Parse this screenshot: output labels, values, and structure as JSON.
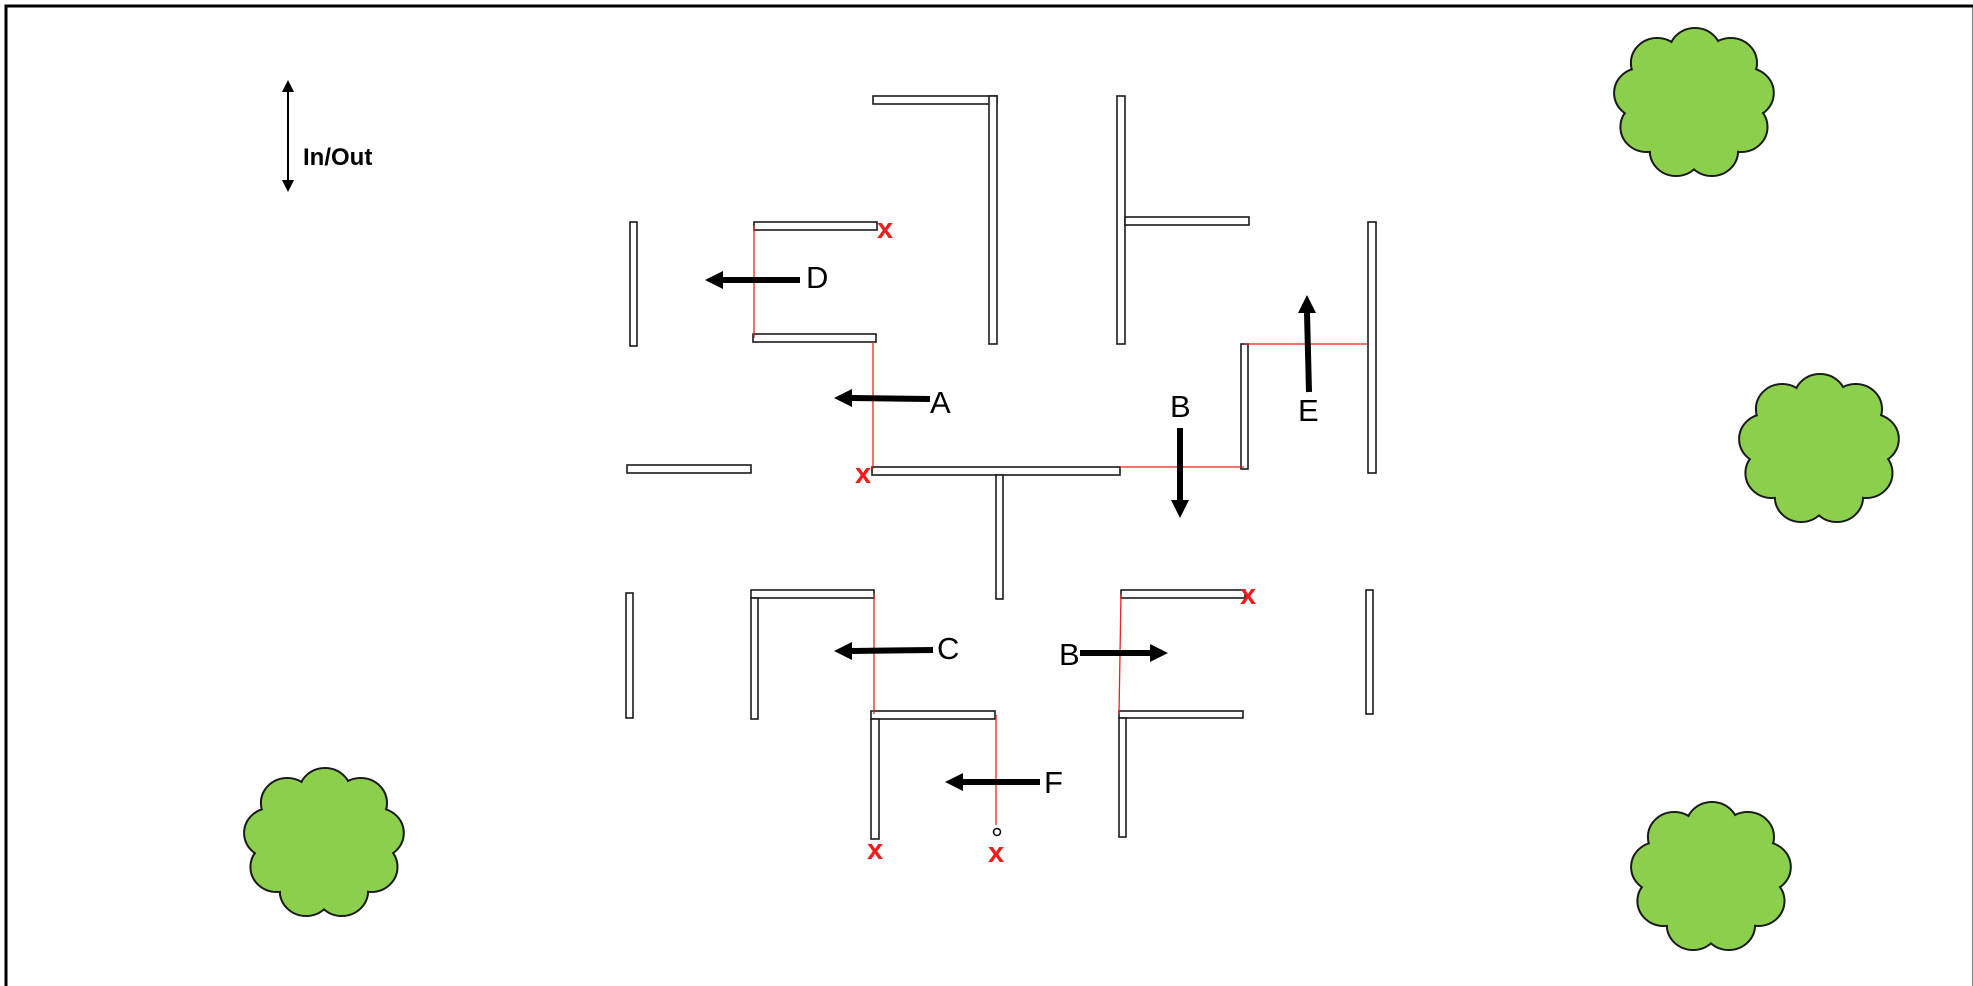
{
  "legend": {
    "label": "In/Out"
  },
  "arrows": {
    "a": "A",
    "b_down": "B",
    "b_right": "B",
    "c": "C",
    "d": "D",
    "e": "E",
    "f": "F"
  },
  "x_marker": "x",
  "colors": {
    "frame": "#000000",
    "wall_fill": "#ffffff",
    "wall_stroke": "#1a1a1a",
    "tape": "#e8231c",
    "x_marker": "#f21c1c",
    "tree": "#8ccf4d"
  },
  "icons": [
    "double-arrow-icon",
    "arrow-left-icon",
    "arrow-down-icon",
    "arrow-up-icon",
    "arrow-right-icon",
    "tree-icon"
  ]
}
